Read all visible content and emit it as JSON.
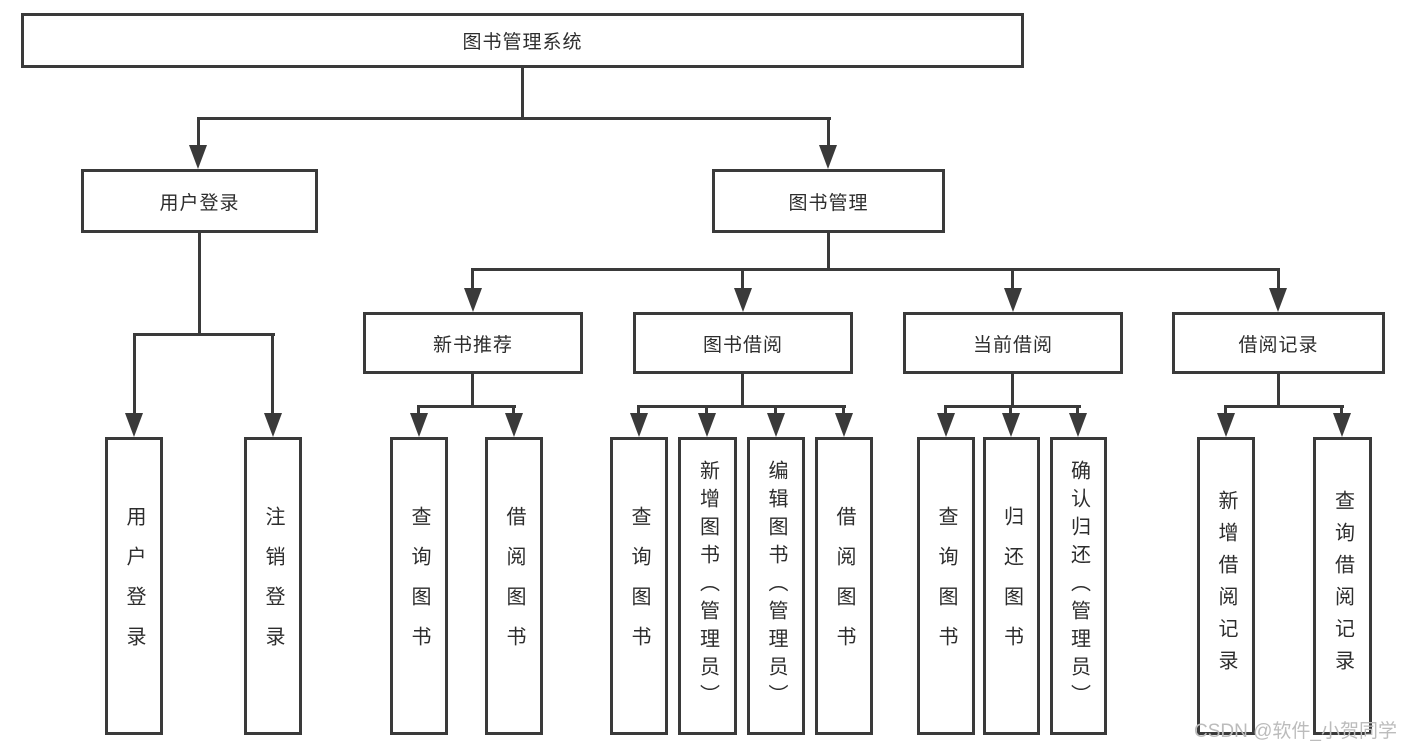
{
  "diagram": {
    "root": {
      "label": "图书管理系统"
    },
    "branches": [
      {
        "label": "用户登录",
        "children": [
          {
            "label": "用户登录"
          },
          {
            "label": "注销登录"
          }
        ]
      },
      {
        "label": "图书管理",
        "children": [
          {
            "label": "新书推荐",
            "children": [
              {
                "label": "查询图书"
              },
              {
                "label": "借阅图书"
              }
            ]
          },
          {
            "label": "图书借阅",
            "children": [
              {
                "label": "查询图书"
              },
              {
                "label": "新增图书（管理员）"
              },
              {
                "label": "编辑图书（管理员）"
              },
              {
                "label": "借阅图书"
              }
            ]
          },
          {
            "label": "当前借阅",
            "children": [
              {
                "label": "查询图书"
              },
              {
                "label": "归还图书"
              },
              {
                "label": "确认归还（管理员）"
              }
            ]
          },
          {
            "label": "借阅记录",
            "children": [
              {
                "label": "新增借阅记录"
              },
              {
                "label": "查询借阅记录"
              }
            ]
          }
        ]
      }
    ]
  },
  "watermark": {
    "text": "CSDN @软件_小贺同学"
  },
  "colors": {
    "line": "#3a3a3a",
    "box_border": "#3a3a3a",
    "text": "#2d2d2d",
    "watermark": "#bcbcbc",
    "background": "#ffffff"
  }
}
